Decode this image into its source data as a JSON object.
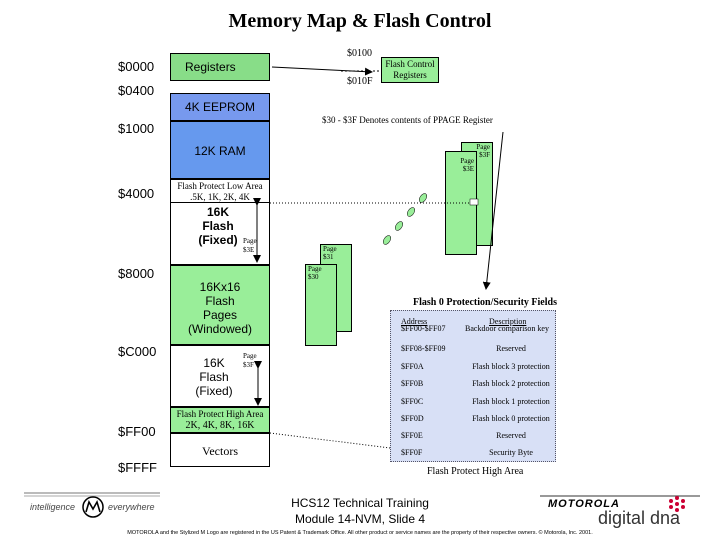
{
  "title": "Memory Map & Flash Control",
  "addresses": {
    "a0000": "$0000",
    "a0400": "$0400",
    "a1000": "$1000",
    "a4000": "$4000",
    "a8000": "$8000",
    "aC000": "$C000",
    "aFF00": "$FF00",
    "aFFFF": "$FFFF"
  },
  "blocks": {
    "registers": "Registers",
    "eeprom": "4K EEPROM",
    "ram": "12K RAM",
    "flash_protect_low_title": "Flash Protect Low Area",
    "flash_protect_low_sizes": ".5K, 1K, 2K, 4K",
    "flash_fixed_top_lines": [
      "16K",
      "Flash",
      "(Fixed)"
    ],
    "flash_windowed_lines": [
      "16Kx16",
      "Flash",
      "Pages",
      "(Windowed)"
    ],
    "flash_fixed_bottom_lines": [
      "16K",
      "Flash",
      "(Fixed)"
    ],
    "flash_protect_high_title": "Flash Protect High Area",
    "flash_protect_high_sizes": "2K, 4K, 8K, 16K",
    "vectors": "Vectors"
  },
  "page_labels": {
    "fixed_top": [
      "Page",
      "$3E"
    ],
    "fixed_bottom": [
      "Page",
      "$3F"
    ],
    "stack_3f": [
      "Page",
      "$3F"
    ],
    "stack_3e": [
      "Page",
      "$3E"
    ],
    "stack_31": [
      "Page",
      "$31"
    ],
    "stack_30": [
      "Page",
      "$30"
    ]
  },
  "flash_control": {
    "addr_start": "$0100",
    "addr_end": "$010F",
    "label_lines": [
      "Flash Control",
      "Registers"
    ]
  },
  "ppage_note": "$30 - $3F Denotes contents of PPAGE Register",
  "protection_panel": {
    "title": "Flash 0 Protection/Security Fields",
    "col_address": "Address",
    "col_description": "Description",
    "rows": [
      {
        "address": "$FF00-$FF07",
        "description": "Backdoor comparison key"
      },
      {
        "address": "$FF08-$FF09",
        "description": "Reserved"
      },
      {
        "address": "$FF0A",
        "description": "Flash block 3 protection"
      },
      {
        "address": "$FF0B",
        "description": "Flash block 2 protection"
      },
      {
        "address": "$FF0C",
        "description": "Flash block 1 protection"
      },
      {
        "address": "$FF0D",
        "description": "Flash block 0 protection"
      },
      {
        "address": "$FF0E",
        "description": "Reserved"
      },
      {
        "address": "$FF0F",
        "description": "Security Byte"
      }
    ],
    "caption": "Flash Protect High Area"
  },
  "footer": {
    "slogan_left": "intelligence",
    "slogan_right": "everywhere",
    "course_line1": "HCS12 Technical Training",
    "course_line2": "Module 14-NVM, Slide 4",
    "brand": "MOTOROLA",
    "dna": "digital dna",
    "legal": "MOTOROLA and the Stylized M Logo are registered in the US Patent & Trademark Office. All other product or service names are the property of their respective owners. © Motorola, Inc. 2001."
  },
  "colors": {
    "registers": "#88dd88",
    "eeprom": "#7799ee",
    "ram": "#6699ee",
    "flash_green": "#99ee99",
    "panel_bg": "#d8e0f6",
    "vectors_bg": "#ffffff",
    "motorola_red": "#cc0033"
  }
}
